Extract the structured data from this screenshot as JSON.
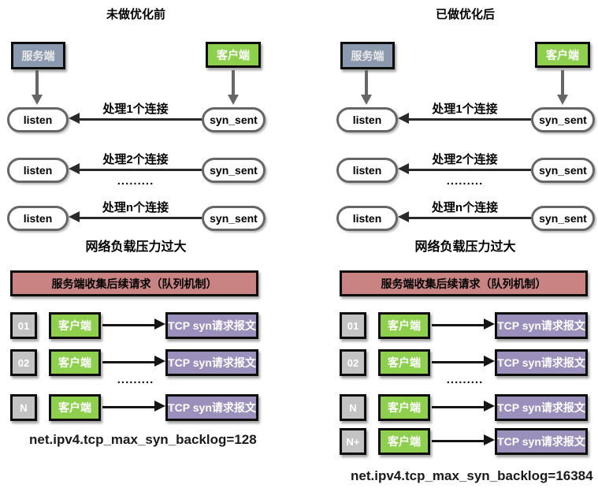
{
  "colors": {
    "server_fill": "#8a99ae",
    "client_fill": "#8ed04e",
    "banner_fill": "#c98383",
    "packet_fill": "#9a90bb",
    "index_fill": "#c3c3c3",
    "node_border": "#666666",
    "arrow_gray": "#666666",
    "arrow_dark": "#2a2a2a"
  },
  "left": {
    "title": "未做优化前",
    "server_label": "服务端",
    "client_label": "客户端",
    "conn_rows": [
      {
        "listen": "listen",
        "syn": "syn_sent",
        "label": "处理1个连接"
      },
      {
        "listen": "listen",
        "syn": "syn_sent",
        "label": "处理2个连接"
      },
      {
        "listen": "listen",
        "syn": "syn_sent",
        "label": "处理n个连接"
      }
    ],
    "conn_dots": ".........",
    "overload_text": "网络负载压力过大",
    "banner_text": "服务端收集后续请求（队列机制）",
    "queue_rows": [
      {
        "index": "01",
        "client": "客户端",
        "packet": "TCP syn请求报文"
      },
      {
        "index": "02",
        "client": "客户端",
        "packet": "TCP syn请求报文"
      },
      {
        "index": "N",
        "client": "客户端",
        "packet": "TCP syn请求报文"
      }
    ],
    "queue_dots": ".........",
    "sysctl_text": "net.ipv4.tcp_max_syn_backlog=128"
  },
  "right": {
    "title": "已做优化后",
    "server_label": "服务端",
    "client_label": "客户端",
    "conn_rows": [
      {
        "listen": "listen",
        "syn": "syn_sent",
        "label": "处理1个连接"
      },
      {
        "listen": "listen",
        "syn": "syn_sent",
        "label": "处理2个连接"
      },
      {
        "listen": "listen",
        "syn": "syn_sent",
        "label": "处理n个连接"
      }
    ],
    "conn_dots": ".........",
    "overload_text": "网络负载压力过大",
    "banner_text": "服务端收集后续请求（队列机制）",
    "queue_rows": [
      {
        "index": "01",
        "client": "客户端",
        "packet": "TCP syn请求报文"
      },
      {
        "index": "02",
        "client": "客户端",
        "packet": "TCP syn请求报文"
      },
      {
        "index": "N",
        "client": "客户端",
        "packet": "TCP syn请求报文"
      },
      {
        "index": "N+",
        "client": "客户端",
        "packet": "TCP syn请求报文"
      }
    ],
    "queue_dots": ".........",
    "sysctl_text": "net.ipv4.tcp_max_syn_backlog=16384"
  }
}
